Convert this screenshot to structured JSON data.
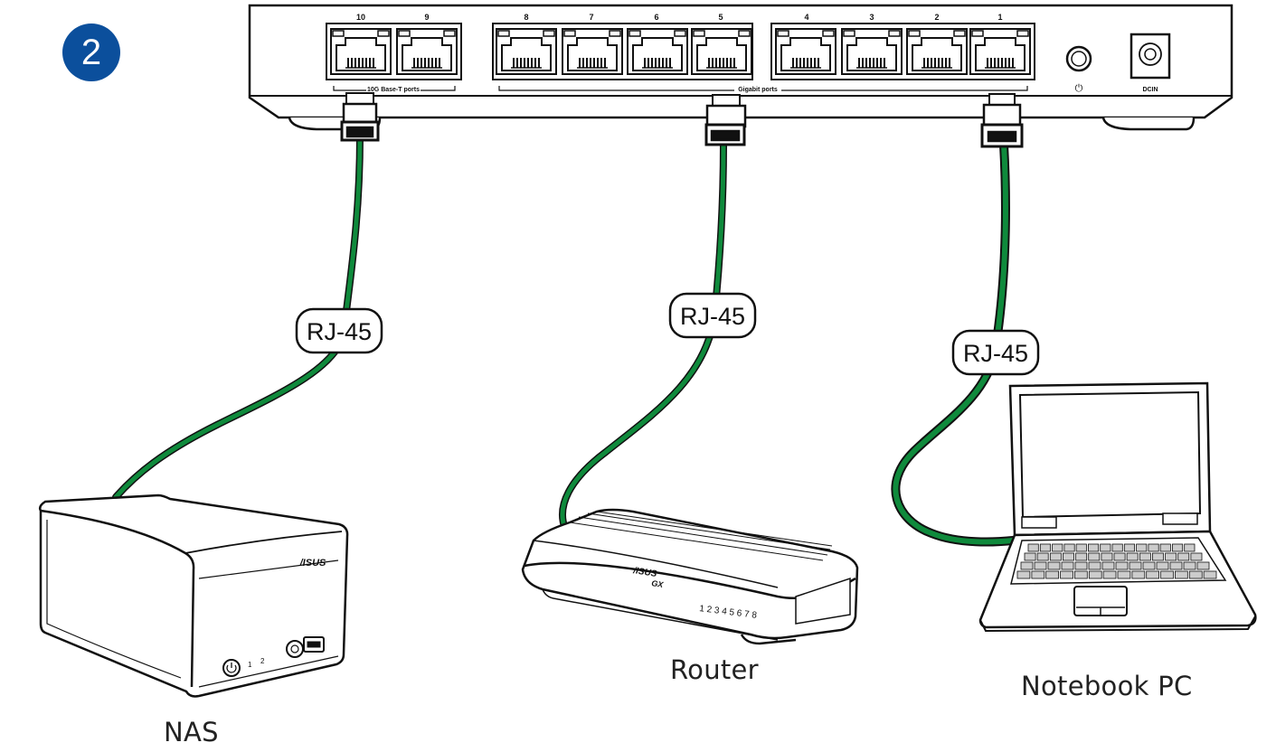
{
  "step": {
    "number": "2"
  },
  "switch": {
    "port_numbers": [
      "10",
      "9",
      "8",
      "7",
      "6",
      "5",
      "4",
      "3",
      "2",
      "1"
    ],
    "group_labels": {
      "ten_g": "10G Base-T ports",
      "gigabit": "Gigabit ports"
    },
    "power_label": "⏻",
    "dc_label": "DCIN"
  },
  "cables": [
    {
      "label": "RJ-45",
      "color": "#0f8a3c"
    },
    {
      "label": "RJ-45",
      "color": "#0f8a3c"
    },
    {
      "label": "RJ-45",
      "color": "#0f8a3c"
    }
  ],
  "devices": {
    "nas": {
      "label": "NAS",
      "brand": "/ISUS",
      "led_labels": [
        "1",
        "2"
      ]
    },
    "router": {
      "label": "Router",
      "brand": "/ISUS",
      "model": "GX",
      "port_labels": "1 2 3 4 5 6 7 8"
    },
    "notebook": {
      "label": "Notebook PC"
    }
  },
  "colors": {
    "badge": "#0b4f9c",
    "cable": "#0f8a3c",
    "outline": "#111111"
  }
}
